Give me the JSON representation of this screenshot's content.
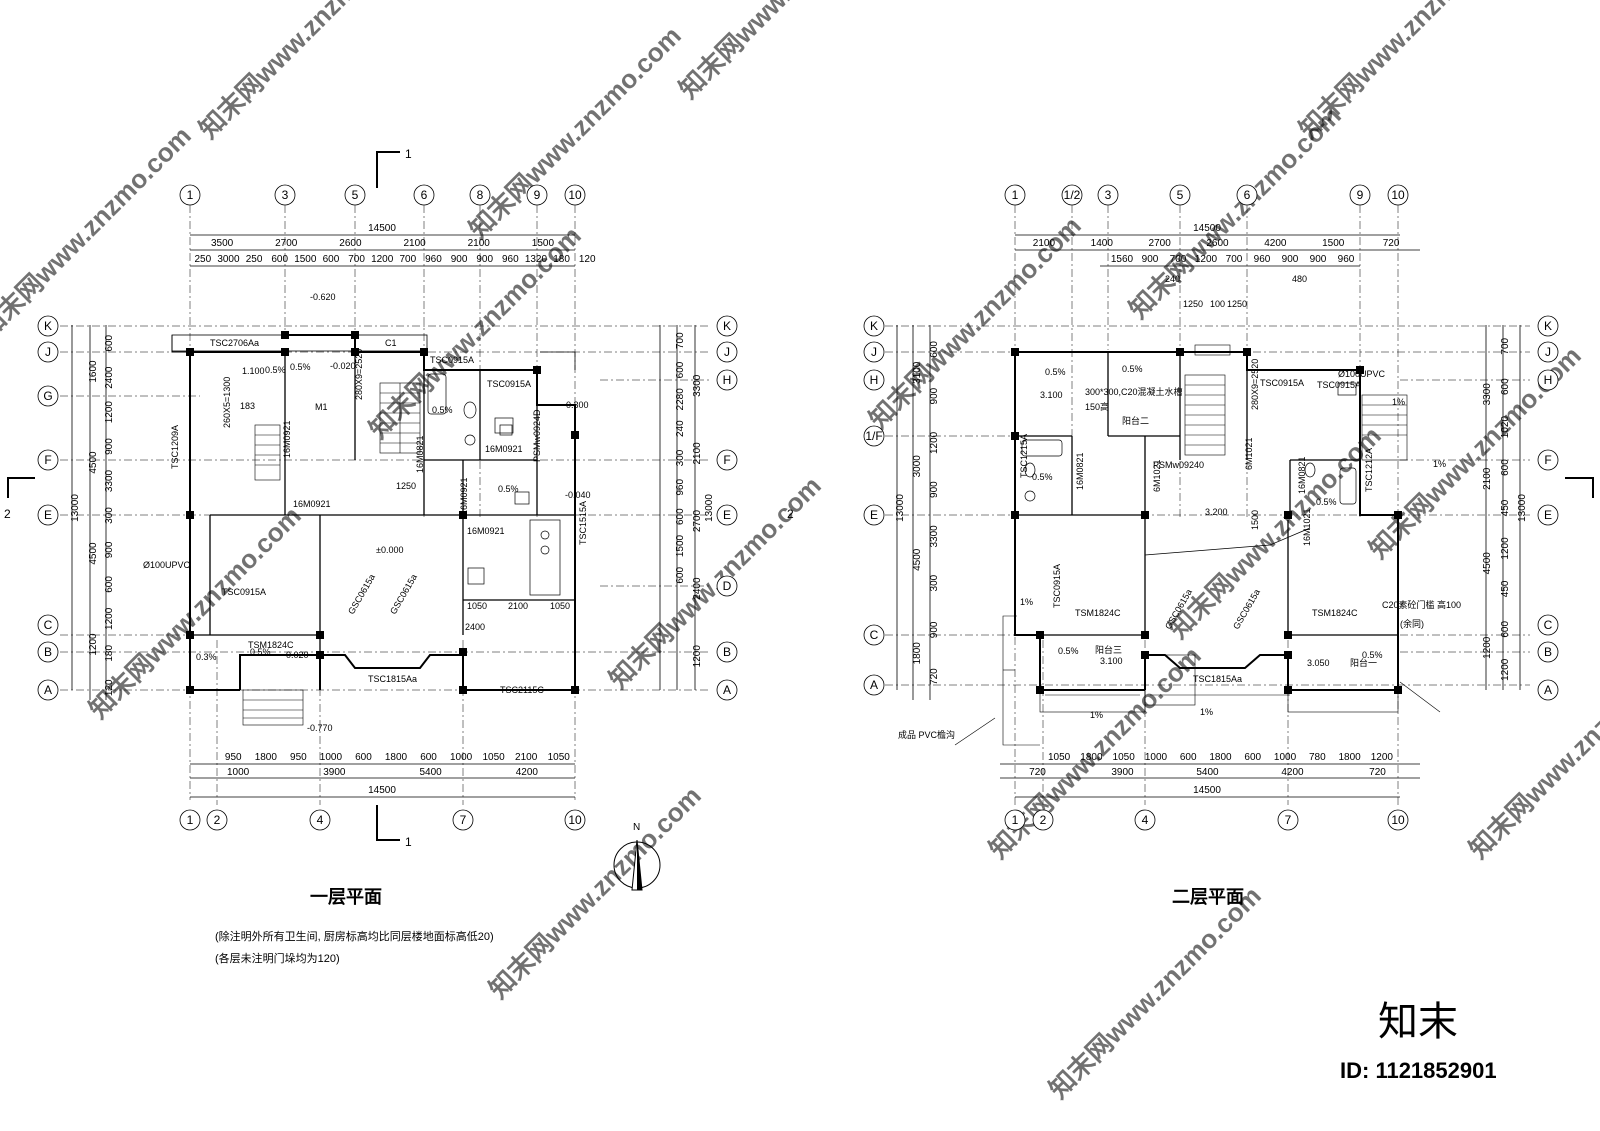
{
  "watermark": {
    "text": "知末网www.znzmo.com"
  },
  "logo": {
    "text": "知末"
  },
  "id_label": "ID: 1121852901",
  "north_label": "N",
  "section_mark": {
    "num1": "1",
    "num2": "2"
  },
  "plan1": {
    "title": "一层平面",
    "notes": [
      "(除注明外所有卫生间, 厨房标高均比同层楼地面标高低20)",
      "(各层未注明门垛均为120)"
    ],
    "axes_top": [
      "1",
      "3",
      "5",
      "6",
      "8",
      "9",
      "10"
    ],
    "axes_bottom": [
      "1",
      "2",
      "4",
      "7",
      "10"
    ],
    "axes_left": [
      "K",
      "J",
      "G",
      "F",
      "E",
      "C",
      "B",
      "A"
    ],
    "axes_right": [
      "K",
      "J",
      "H",
      "F",
      "E",
      "D",
      "B",
      "A"
    ],
    "dims_top_total": "14500",
    "dims_top_1": [
      "3500",
      "2700",
      "2600",
      "2100",
      "2100",
      "1500"
    ],
    "dims_top_2": [
      "250",
      "3000",
      "250",
      "600",
      "1500",
      "600",
      "700",
      "1200",
      "700",
      "960",
      "900",
      "900",
      "960",
      "1320",
      "180",
      "120"
    ],
    "dims_bottom_total": "14500",
    "dims_bottom_1": [
      "1000",
      "3900",
      "5400",
      "4200"
    ],
    "dims_bottom_2": [
      "950",
      "1800",
      "950",
      "1000",
      "600",
      "1800",
      "600",
      "1000",
      "1050",
      "2100",
      "1050"
    ],
    "dims_left_total": "13000",
    "dims_left_1": [
      "1600",
      "4500",
      "4500",
      "1200"
    ],
    "dims_left_2": [
      "600",
      "2400",
      "1200",
      "900",
      "3300",
      "300",
      "900",
      "600",
      "1200",
      "180",
      "120"
    ],
    "dims_right_total": "13000",
    "dims_right_1": [
      "3300",
      "2100",
      "2700",
      "2400",
      "1200"
    ],
    "dims_right_2": [
      "700",
      "600",
      "2280",
      "240",
      "300",
      "960",
      "600",
      "1500",
      "600"
    ],
    "labels": [
      "TSC2706Aa",
      "C1",
      "TSC0915A",
      "TSC0915A",
      "1.100",
      "M1",
      "-0.620",
      "-0.020",
      "-0.300",
      "16M0921",
      "16M0921",
      "16M0821",
      "16M0921",
      "PSMw0924D",
      "-0.040",
      "16M0921",
      "16M0921",
      "±0.000",
      "TSC1515A",
      "TSC1209A",
      "Ø100UPVC",
      "TSC0915A",
      "TSM1824C",
      "GSC0615a",
      "GSC0615a",
      "TSC1815Aa",
      "TSC2115C",
      "-0.020",
      "-0.770",
      "280X9=2520",
      "260X5=1300",
      "183",
      "1250",
      "0.5%",
      "0.5%",
      "0.5%",
      "0.5%",
      "0.3%",
      "0.5%",
      "2400",
      "1050",
      "2100",
      "1050"
    ]
  },
  "plan2": {
    "title": "二层平面",
    "axes_top": [
      "1",
      "1/2",
      "3",
      "5",
      "6",
      "9",
      "10"
    ],
    "axes_bottom": [
      "1",
      "2",
      "4",
      "7",
      "10"
    ],
    "axes_left": [
      "K",
      "J",
      "H",
      "1/F",
      "E",
      "C",
      "A"
    ],
    "axes_right": [
      "K",
      "J",
      "H",
      "F",
      "E",
      "C",
      "B",
      "A"
    ],
    "dims_top_total": "14500",
    "dims_top_1": [
      "2100",
      "1400",
      "2700",
      "2600",
      "4200",
      "1500",
      "720"
    ],
    "dims_top_2": [
      "1560",
      "900",
      "700",
      "1200",
      "700",
      "960",
      "900",
      "900",
      "960"
    ],
    "dims_bottom_total": "14500",
    "dims_bottom_1": [
      "720",
      "3900",
      "5400",
      "4200",
      "720"
    ],
    "dims_bottom_2": [
      "1050",
      "1800",
      "1050",
      "1000",
      "600",
      "1800",
      "600",
      "1000",
      "780",
      "1800",
      "1200"
    ],
    "dims_left_total": "13000",
    "dims_left_1": [
      "3100",
      "3000",
      "4500",
      "1800"
    ],
    "dims_left_2": [
      "600",
      "900",
      "1200",
      "900",
      "3300",
      "300",
      "900",
      "720"
    ],
    "dims_right_total": "13000",
    "dims_right_1": [
      "3300",
      "2100",
      "4500",
      "1200"
    ],
    "dims_right_2": [
      "700",
      "600",
      "1020",
      "600",
      "450",
      "1200",
      "450",
      "600",
      "1200"
    ],
    "labels": [
      "0.5%",
      "0.5%",
      "3.100",
      "300*300,C20混凝土水槽",
      "150高",
      "阳台二",
      "TSC0915A",
      "TSC0915A",
      "Ø100UPVC",
      "1%",
      "TSC1215A",
      "0.5%",
      "PSMw09240",
      "16M0821",
      "6M1021",
      "6M1021",
      "16M0821",
      "3.200",
      "1500",
      "16M1021",
      "TSC1212A",
      "0.5%",
      "1%",
      "TSC0915A",
      "TSM1824C",
      "TSM1824C",
      "C20素砼门槛 高100",
      "(余同)",
      "1%",
      "0.5%",
      "3.100",
      "阳台三",
      "GSC0615a",
      "GSC0615a",
      "TSC1815Aa",
      "3.050",
      "阳台一",
      "0.5%",
      "1%",
      "1%",
      "成品 PVC檐沟",
      "280X9=2520",
      "1250",
      "100",
      "1250",
      "480",
      "240"
    ]
  }
}
